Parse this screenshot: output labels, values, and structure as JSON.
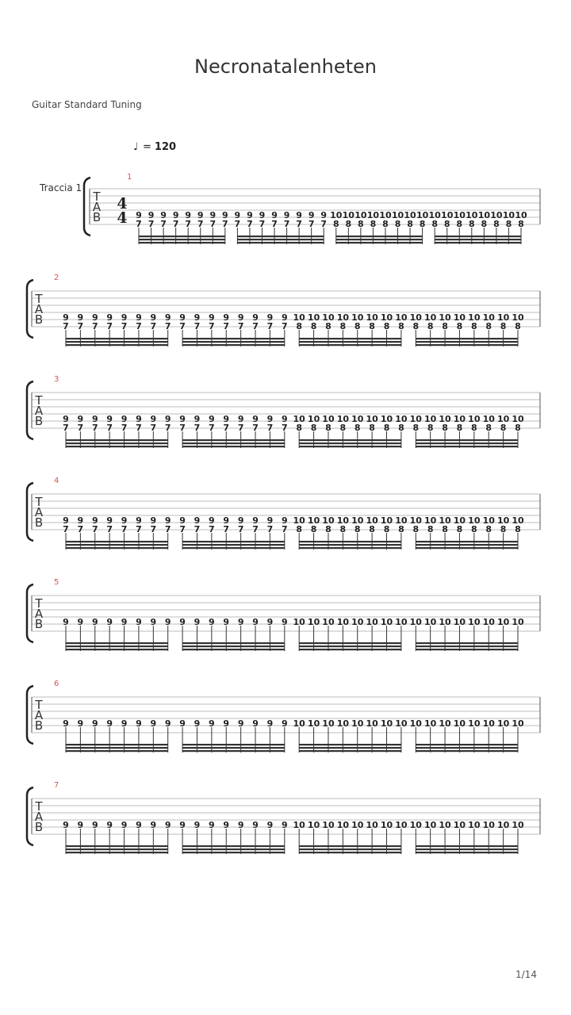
{
  "title": "Necronatalenheten",
  "subtitle": "Guitar Standard Tuning",
  "tempo": {
    "symbol": "♩",
    "equals": "=",
    "value": "120"
  },
  "track_label": "Traccia 1",
  "time_signature": {
    "top": "4",
    "bottom": "4"
  },
  "tab_letters": [
    "T",
    "A",
    "B"
  ],
  "page_number": "1/14",
  "systems": [
    {
      "measure": "1",
      "voice": "double",
      "upper": [
        "9",
        "10"
      ],
      "lower": [
        "7",
        "8"
      ]
    },
    {
      "measure": "2",
      "voice": "double",
      "upper": [
        "9",
        "10"
      ],
      "lower": [
        "7",
        "8"
      ]
    },
    {
      "measure": "3",
      "voice": "double",
      "upper": [
        "9",
        "10"
      ],
      "lower": [
        "7",
        "8"
      ]
    },
    {
      "measure": "4",
      "voice": "double",
      "upper": [
        "9",
        "10"
      ],
      "lower": [
        "7",
        "8"
      ]
    },
    {
      "measure": "5",
      "voice": "single",
      "upper": [
        "9",
        "10"
      ]
    },
    {
      "measure": "6",
      "voice": "single",
      "upper": [
        "9",
        "10"
      ]
    },
    {
      "measure": "7",
      "voice": "single",
      "upper": [
        "9",
        "10"
      ]
    }
  ],
  "notes_per_system": 32,
  "notes_per_group": 8,
  "colors": {
    "staff_line": "#bdbdbd",
    "measure_number": "#d9534f",
    "ink": "#222222"
  }
}
